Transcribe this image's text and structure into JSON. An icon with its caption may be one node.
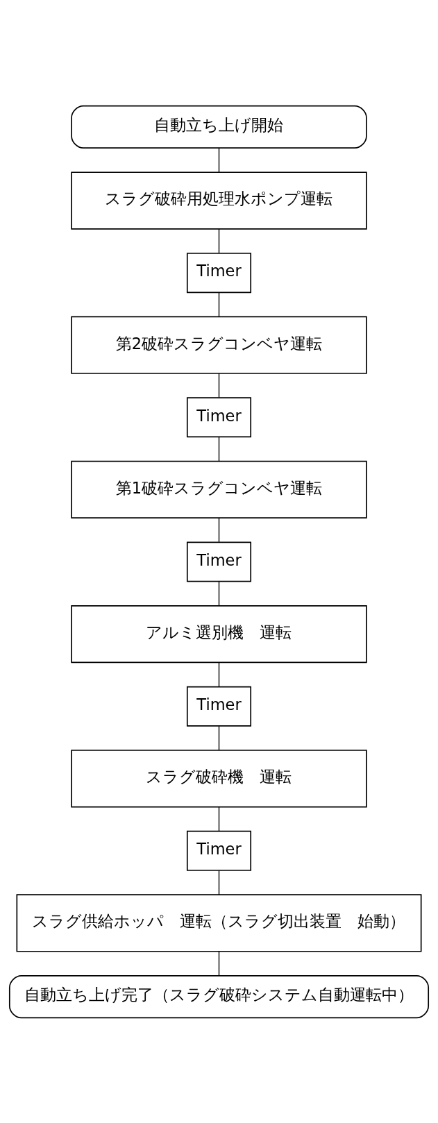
{
  "diagram": {
    "nodes": [
      {
        "text": [
          "自動立ち上げ開始"
        ]
      },
      {
        "text": [
          "スラグ破砕用処理水ポンプ運転"
        ]
      },
      {
        "text": [
          "Timer"
        ]
      },
      {
        "text": [
          "第2破砕スラグコンベヤ運転"
        ]
      },
      {
        "text": [
          "Timer"
        ]
      },
      {
        "text": [
          "第1破砕スラグコンベヤ運転"
        ]
      },
      {
        "text": [
          "Timer"
        ]
      },
      {
        "text": [
          "アルミ選別機　運転"
        ]
      },
      {
        "text": [
          "Timer"
        ]
      },
      {
        "text": [
          "スラグ破砕機　運転"
        ]
      },
      {
        "text": [
          "Timer"
        ]
      },
      {
        "text": [
          "スラグ供給ホッパ　運転（スラグ切出装置　始動）"
        ]
      },
      {
        "text": [
          "自動立ち上げ完了（スラグ破砕システム自動運転中）"
        ]
      }
    ],
    "edges": [
      {
        "from": 0,
        "to": 1,
        "arrow": "none"
      },
      {
        "from": 1,
        "to": 2,
        "arrow": "none"
      },
      {
        "from": 2,
        "to": 3,
        "arrow": "none"
      },
      {
        "from": 3,
        "to": 4,
        "arrow": "none"
      },
      {
        "from": 4,
        "to": 5,
        "arrow": "none"
      },
      {
        "from": 5,
        "to": 6,
        "arrow": "none"
      },
      {
        "from": 6,
        "to": 7,
        "arrow": "none"
      },
      {
        "from": 7,
        "to": 8,
        "arrow": "none"
      },
      {
        "from": 8,
        "to": 9,
        "arrow": "none"
      },
      {
        "from": 9,
        "to": 10,
        "arrow": "none"
      },
      {
        "from": 10,
        "to": 11,
        "arrow": "none"
      },
      {
        "from": 11,
        "to": 12,
        "arrow": "none"
      }
    ]
  }
}
